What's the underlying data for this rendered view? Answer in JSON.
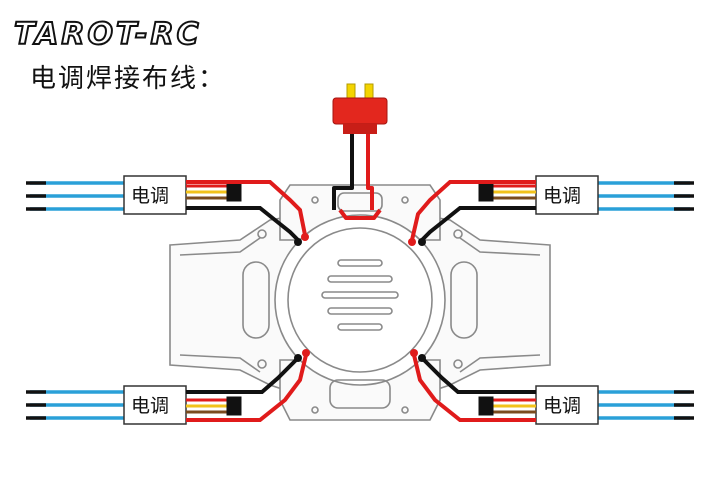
{
  "brand": {
    "logo_text": "TAROT-RC"
  },
  "title": "电调焊接布线：",
  "esc_labels": [
    "电调",
    "电调",
    "电调",
    "电调"
  ],
  "colors": {
    "wire_red": "#e01b1b",
    "wire_black": "#111111",
    "wire_blue": "#2aa0d8",
    "wire_yellow": "#f2c21a",
    "connector_red": "#e3271e",
    "connector_yellow": "#f4d400",
    "frame_stroke": "#888888"
  }
}
